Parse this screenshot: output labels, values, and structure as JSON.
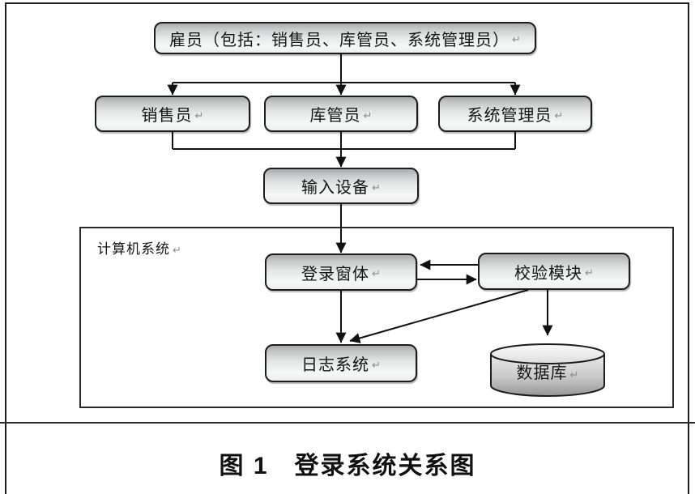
{
  "page": {
    "caption": "图 1　登录系统关系图",
    "return_mark": "↵"
  },
  "container": {
    "label": "计算机系统"
  },
  "nodes": {
    "employee": {
      "label": "雇员（包括：销售员、库管员、系统管理员）"
    },
    "salesperson": {
      "label": "销售员"
    },
    "warehouse_keeper": {
      "label": "库管员"
    },
    "system_admin": {
      "label": "系统管理员"
    },
    "input_device": {
      "label": "输入设备"
    },
    "login_form": {
      "label": "登录窗体"
    },
    "validation_module": {
      "label": "校验模块"
    },
    "log_system": {
      "label": "日志系统"
    },
    "database": {
      "label": "数据库"
    }
  },
  "edges": [
    {
      "from": "employee",
      "to": "salesperson",
      "arrow": "down"
    },
    {
      "from": "employee",
      "to": "warehouse_keeper",
      "arrow": "down"
    },
    {
      "from": "employee",
      "to": "system_admin",
      "arrow": "down"
    },
    {
      "from": "salesperson",
      "to": "input_device",
      "arrow": "down"
    },
    {
      "from": "warehouse_keeper",
      "to": "input_device",
      "arrow": "down"
    },
    {
      "from": "system_admin",
      "to": "input_device",
      "arrow": "down"
    },
    {
      "from": "input_device",
      "to": "login_form",
      "arrow": "down"
    },
    {
      "from": "validation_module",
      "to": "login_form",
      "arrow": "left"
    },
    {
      "from": "login_form",
      "to": "validation_module",
      "arrow": "right"
    },
    {
      "from": "login_form",
      "to": "log_system",
      "arrow": "down"
    },
    {
      "from": "validation_module",
      "to": "log_system",
      "arrow": "diagonal"
    },
    {
      "from": "validation_module",
      "to": "database",
      "arrow": "down"
    }
  ],
  "colors": {
    "line": "#111111",
    "box_border": "#1c1c1c",
    "box_gradient_top": "#a8abab",
    "box_gradient_bottom": "#edefef",
    "cylinder_dark": "#969696",
    "background": "#ffffff",
    "return_mark": "#8c8c8c"
  }
}
